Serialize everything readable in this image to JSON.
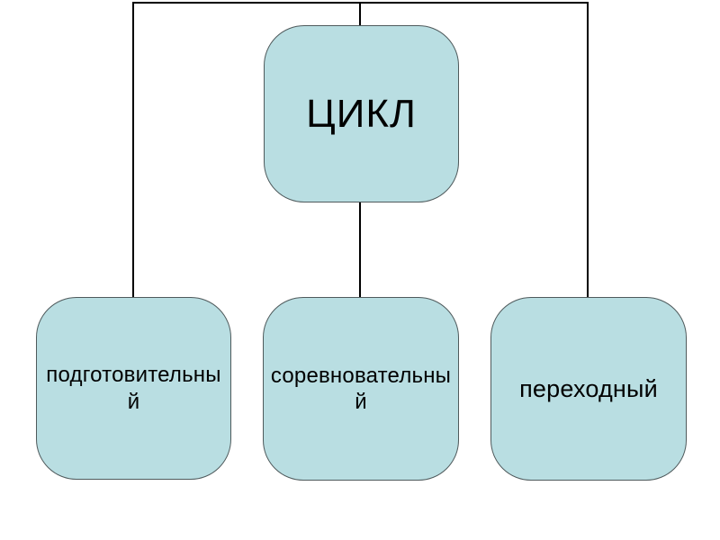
{
  "diagram": {
    "root": {
      "label": "ЦИКЛ"
    },
    "children": [
      {
        "label": "подготовительны\nй"
      },
      {
        "label": "соревновательны\nй"
      },
      {
        "label": "переходный"
      }
    ]
  },
  "theme": {
    "node_fill": "#b9dee2",
    "node_border": "#4f5a5c",
    "connector_color": "#000000",
    "text_color": "#000000",
    "bg": "#ffffff"
  }
}
